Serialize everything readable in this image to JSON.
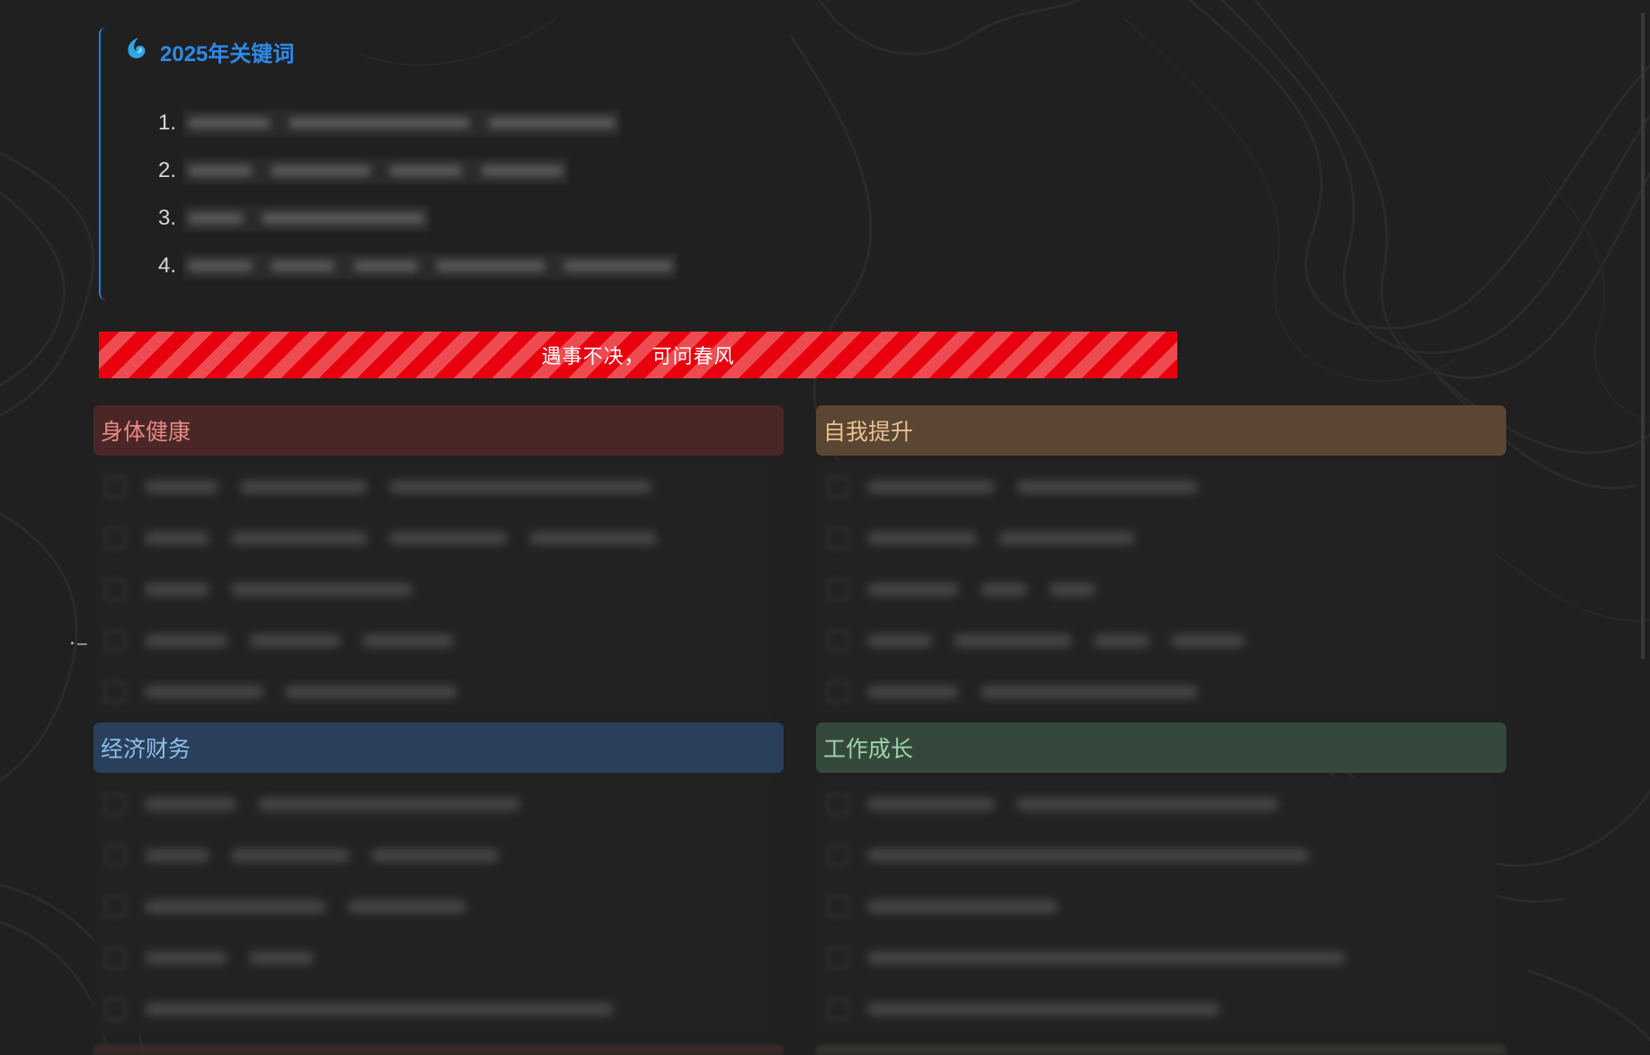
{
  "callout": {
    "title": "2025年关键词",
    "icon": "water-drop-icon",
    "accent": "#2d8ae8",
    "items": [
      {
        "num": "1.",
        "segments": [
          90,
          200,
          140
        ]
      },
      {
        "num": "2.",
        "segments": [
          70,
          110,
          80,
          90
        ]
      },
      {
        "num": "3.",
        "segments": [
          60,
          180
        ]
      },
      {
        "num": "4.",
        "segments": [
          70,
          70,
          70,
          120,
          120
        ]
      }
    ]
  },
  "banner": {
    "text": "遇事不决， 可问春风",
    "colors": [
      "#e8000e",
      "#ee4b50"
    ]
  },
  "cards": [
    {
      "title": "身体健康",
      "header_bg": "#4a2726",
      "title_color": "#e98a84",
      "tasks": [
        [
          80,
          140,
          290
        ],
        [
          70,
          150,
          130,
          140
        ],
        [
          70,
          200
        ],
        [
          90,
          100,
          100
        ],
        [
          130,
          190
        ]
      ]
    },
    {
      "title": "自我提升",
      "header_bg": "#5a4633",
      "title_color": "#e8c08e",
      "tasks": [
        [
          140,
          200
        ],
        [
          120,
          150
        ],
        [
          100,
          50,
          50
        ],
        [
          70,
          130,
          60,
          80
        ],
        [
          100,
          240
        ]
      ]
    },
    {
      "title": "经济财务",
      "header_bg": "#2a3f5c",
      "title_color": "#8fbfe9",
      "tasks": [
        [
          100,
          290
        ],
        [
          70,
          130,
          140
        ],
        [
          200,
          130
        ],
        [
          90,
          70
        ],
        [
          520
        ]
      ]
    },
    {
      "title": "工作成长",
      "header_bg": "#34493c",
      "title_color": "#9fd4ab",
      "tasks": [
        [
          140,
          290
        ],
        [
          490
        ],
        [
          210
        ],
        [
          530
        ],
        [
          390
        ]
      ]
    }
  ],
  "handle": {
    "glyph": "·—"
  }
}
